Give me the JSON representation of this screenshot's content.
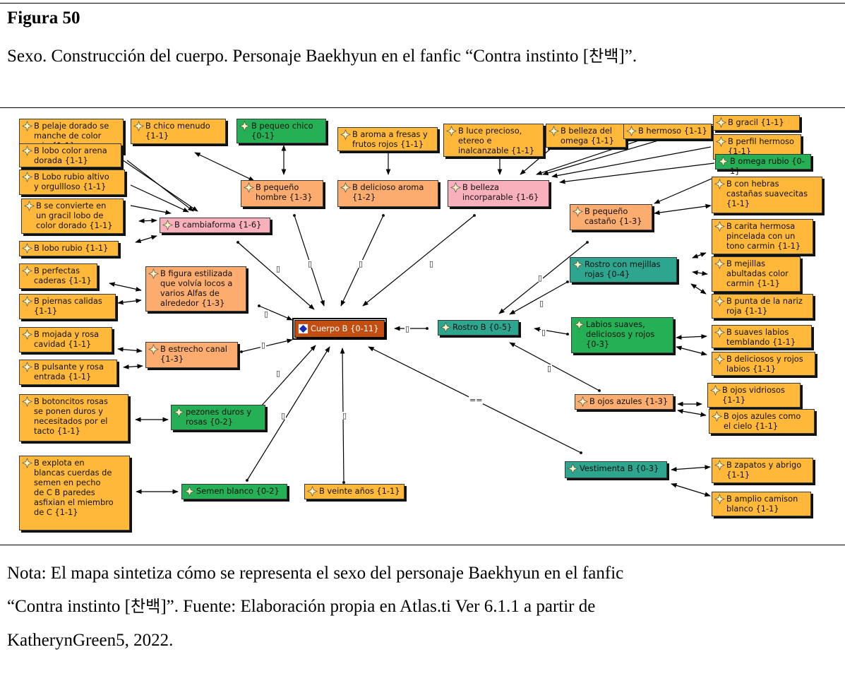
{
  "figure": {
    "number": "Figura 50",
    "title_before": "Sexo. Construcción del cuerpo. Personaje Baekhyun en el fanfic “Contra instinto [",
    "title_korean": "찬백",
    "title_after": "]”."
  },
  "note": {
    "line1": "Nota: El mapa sintetiza cómo se representa el sexo del personaje Baekhyun en el fanfic",
    "line2_before": "“Contra instinto [",
    "line2_korean": "찬백",
    "line2_after": "]”.  Fuente: Elaboración propia en Atlas.ti Ver 6.1.1 a partir de",
    "line3": "KatherynGreen5, 2022."
  },
  "colors": {
    "quotation": "#ffb839",
    "subcode": "#fbac6e",
    "green_code": "#26b056",
    "pink_code": "#f9b0bd",
    "teal_code": "#2ea58e",
    "core_code": "#c24f11"
  },
  "icons": {
    "node": "quotation-icon",
    "core": "code-family-icon"
  },
  "link_labels": {
    "part_of": "▯",
    "associated": "=="
  },
  "nodes": {
    "pelaje": "B pelaje dorado se\nmanche de color\nrojo {1-1}",
    "chico_menudo": "B chico menudo\n{1-1}",
    "pequeo_chico": "B pequeo chico\n{0-1}",
    "aroma_fresas": "B aroma a fresas y\nfrutos rojos {1-1}",
    "luce": "B luce precioso,\netereo e\ninalcanzable {1-1}",
    "belleza_omega": "B belleza del\nomega {1-1}",
    "hermoso": "B hermoso {1-1}",
    "gracil": "B gracil {1-1}",
    "perfil": "B perfil hermoso\n{1-1}",
    "omega_rubio": "B omega rubio {0-1}",
    "lobo_arena": "B lobo color arena\ndorada {1-1}",
    "lobo_rubio_altivo": "B Lobo rubio altivo\ny orgullloso {1-1}",
    "se_convierte": "B se convierte en\nun gracil lobo de\ncolor dorado {1-1}",
    "lobo_rubio": "B lobo rubio {1-1}",
    "cambiaforma": "B cambiaforma {1-6}",
    "pequeno_hombre": "B pequeño\nhombre {1-3}",
    "delicioso_aroma": "B delicioso aroma\n{1-2}",
    "belleza_incomparable": "B belleza\nincorparable {1-6}",
    "hebras": "B con hebras\ncastañas suavecitas\n{1-1}",
    "pequeno_castano": "B pequeño\ncastaño {1-3}",
    "carita": "B carita hermosa\npincelada con un\ntono carmin {1-1}",
    "rostro_mejillas": "Rostro con mejillas\nrojas {0-4}",
    "mejillas_abultadas": "B mejillas\nabultadas color\ncarmin {1-1}",
    "punta_nariz": "B punta de la nariz\nroja {1-1}",
    "perfectas_caderas": "B perfectas\ncaderas {1-1}",
    "figura_estilizada": "B figura estilizada\nque volvía locos a\nvarios Alfas de\nalrededor {1-3}",
    "piernas": "B piernas calidas\n{1-1}",
    "cuerpo": "Cuerpo B {0-11}",
    "rostro_b": "Rostro B {0-5}",
    "labios": "Labios suaves,\ndeliciosos y rojos\n{0-3}",
    "suaves_labios": "B suaves labios\ntemblando {1-1}",
    "deliciosos_labios": "B deliciosos y rojos\nlabios {1-1}",
    "mojada": "B mojada y rosa\ncavidad {1-1}",
    "estrecho": "B estrecho canal\n{1-3}",
    "pulsante": "B pulsante y rosa\nentrada {1-1}",
    "botoncitos": "B botoncitos rosas\nse ponen duros y\nnecesitados por el\ntacto {1-1}",
    "pezones": "pezones duros y\nrosas {0-2}",
    "ojos_azules": "B ojos azules {1-3}",
    "ojos_vidriosos": "B ojos vidriosos\n{1-1}",
    "ojos_cielo": "B ojos azules como\nel cielo {1-1}",
    "explota": "B explota en\nblancas cuerdas de\nsemen en pecho\nde C B paredes\nasfixian el miembro\nde C {1-1}",
    "semen": "Semen blanco {0-2}",
    "veinte": "B veinte años {1-1}",
    "vestimenta": "Vestimenta B {0-3}",
    "zapatos": "B zapatos y abrigo\n{1-1}",
    "camison": "B amplio camison\nblanco {1-1}"
  }
}
